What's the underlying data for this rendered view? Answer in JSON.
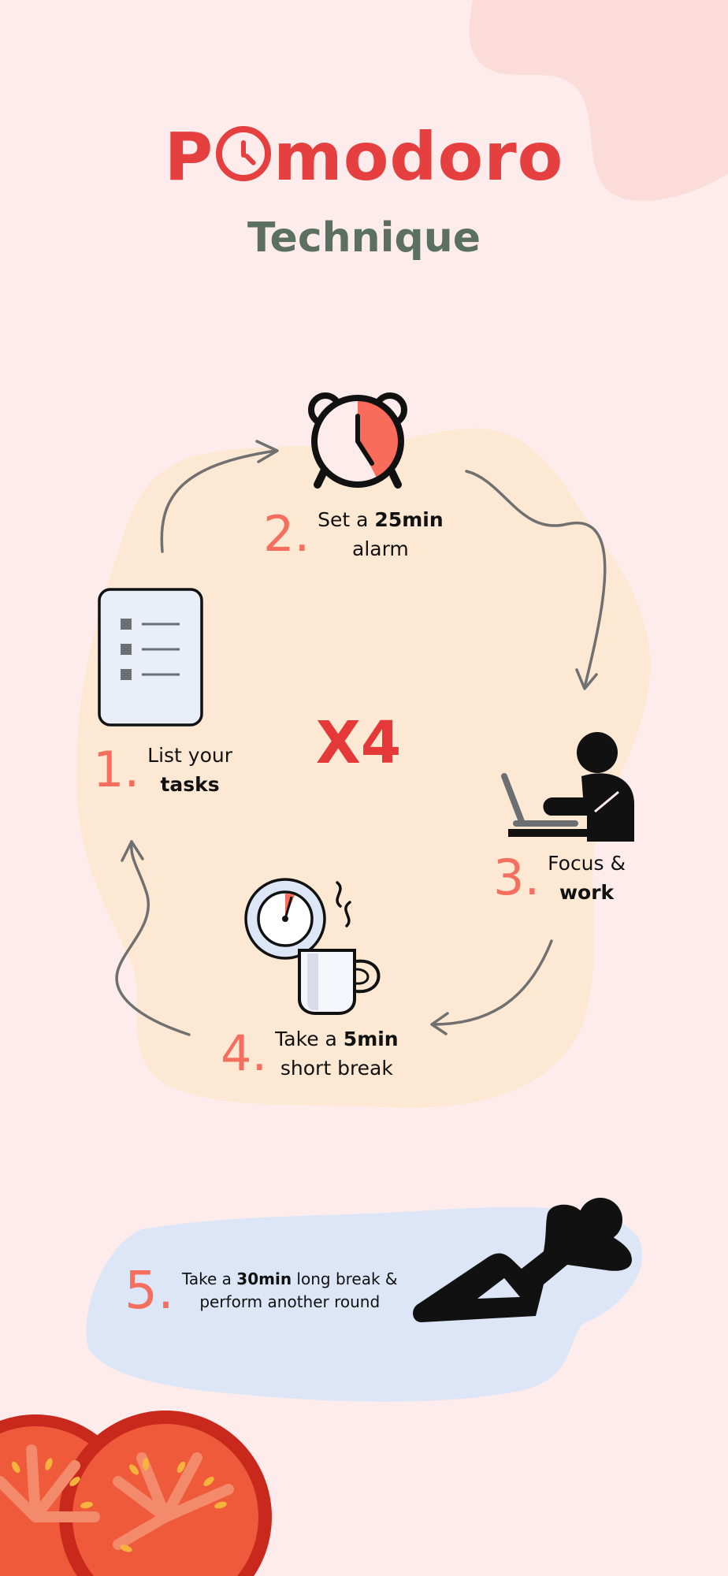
{
  "header": {
    "title_pre": "P",
    "title_post": "modoro",
    "subtitle": "Technique"
  },
  "center_label": "X4",
  "steps": [
    {
      "num": "1.",
      "line1_a": "List your",
      "line1_b": "",
      "line2_a": "",
      "line2_b": "tasks"
    },
    {
      "num": "2.",
      "line1_a": "Set a ",
      "line1_b": "25min",
      "line2_a": "alarm",
      "line2_b": ""
    },
    {
      "num": "3.",
      "line1_a": "Focus &",
      "line1_b": "",
      "line2_a": "",
      "line2_b": "work"
    },
    {
      "num": "4.",
      "line1_a": "Take a ",
      "line1_b": "5min",
      "line2_a": "short break",
      "line2_b": ""
    },
    {
      "num": "5.",
      "line1_a": "Take a ",
      "line1_b": "30min",
      "line1_c": " long break &",
      "line2_a": "perform another round"
    }
  ],
  "colors": {
    "background": "#fdeceb",
    "title": "#e53f3f",
    "subtitle": "#5b6f62",
    "number": "#f56e5e",
    "cycle_blob": "#fde9d3",
    "rest_blob": "#dde6f7",
    "tomato": "#d8352a"
  },
  "icons": [
    "task-list-icon",
    "alarm-clock-icon",
    "laptop-worker-icon",
    "coffee-break-icon",
    "reclining-person-icon",
    "tomato-slice-icon"
  ]
}
